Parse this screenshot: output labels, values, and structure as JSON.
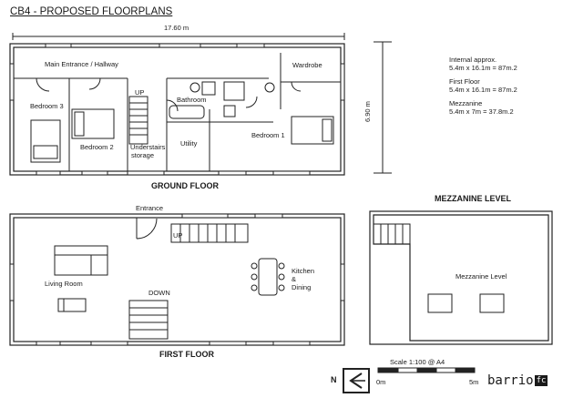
{
  "title": "CB4 - PROPOSED FLOORPLANS",
  "dimensions": {
    "width": "17.60 m",
    "height": "6.90 m"
  },
  "ground_floor": {
    "heading": "GROUND FLOOR",
    "rooms": {
      "main_entrance": "Main Entrance / Hallway",
      "wardrobe": "Wardrobe",
      "bedroom3": "Bedroom 3",
      "bedroom2": "Bedroom 2",
      "up": "UP",
      "understairs": "Understairs",
      "storage": "storage",
      "bathroom": "Bathroom",
      "utility": "Utility",
      "bedroom1": "Bedroom 1"
    }
  },
  "first_floor": {
    "heading": "FIRST FLOOR",
    "rooms": {
      "entrance": "Entrance",
      "up": "UP",
      "living_room": "Living Room",
      "down": "DOWN",
      "kitchen": "Kitchen",
      "amp": "&",
      "dining": "Dining"
    }
  },
  "mezzanine": {
    "heading": "MEZZANINE LEVEL",
    "label": "Mezzanine Level"
  },
  "notes": {
    "internal_label": "Internal approx.",
    "internal_value": "5.4m x 16.1m = 87m.2",
    "first_label": "First Floor",
    "first_value": "5.4m x 16.1m = 87m.2",
    "mezz_label": "Mezzanine",
    "mezz_value": "5.4m x 7m = 37.8m.2"
  },
  "scale": {
    "label": "Scale 1:100 @ A4",
    "start": "0m",
    "end": "5m"
  },
  "north": "N",
  "logo": {
    "text": "barrio",
    "box": "fc"
  }
}
